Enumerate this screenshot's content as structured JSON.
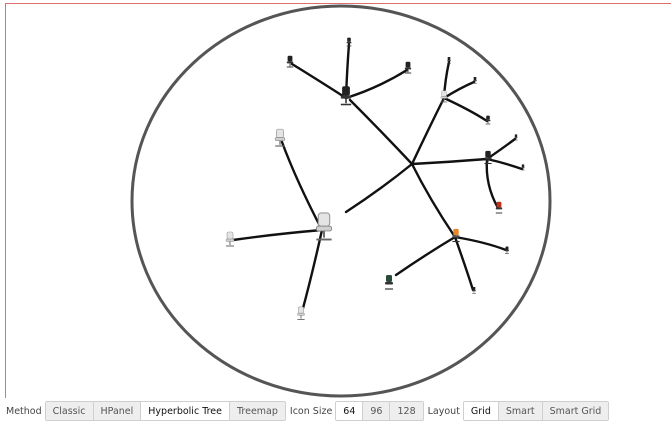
{
  "toolbar": {
    "method_label": "Method",
    "method_options": [
      "Classic",
      "HPanel",
      "Hyperbolic Tree",
      "Treemap"
    ],
    "method_selected": "Hyperbolic Tree",
    "icon_size_label": "Icon Size",
    "icon_size_options": [
      "64",
      "96",
      "128"
    ],
    "icon_size_selected": "64",
    "layout_label": "Layout",
    "layout_options": [
      "Grid",
      "Smart",
      "Smart Grid"
    ],
    "layout_selected": "Grid"
  },
  "colors": {
    "frame_border": "#e07070",
    "circle_stroke": "#555555",
    "edge_stroke": "#111111",
    "accent_orange": "#e8862a",
    "accent_red": "#c0301c"
  },
  "icons": {
    "node_type": "office-chair-icon"
  }
}
